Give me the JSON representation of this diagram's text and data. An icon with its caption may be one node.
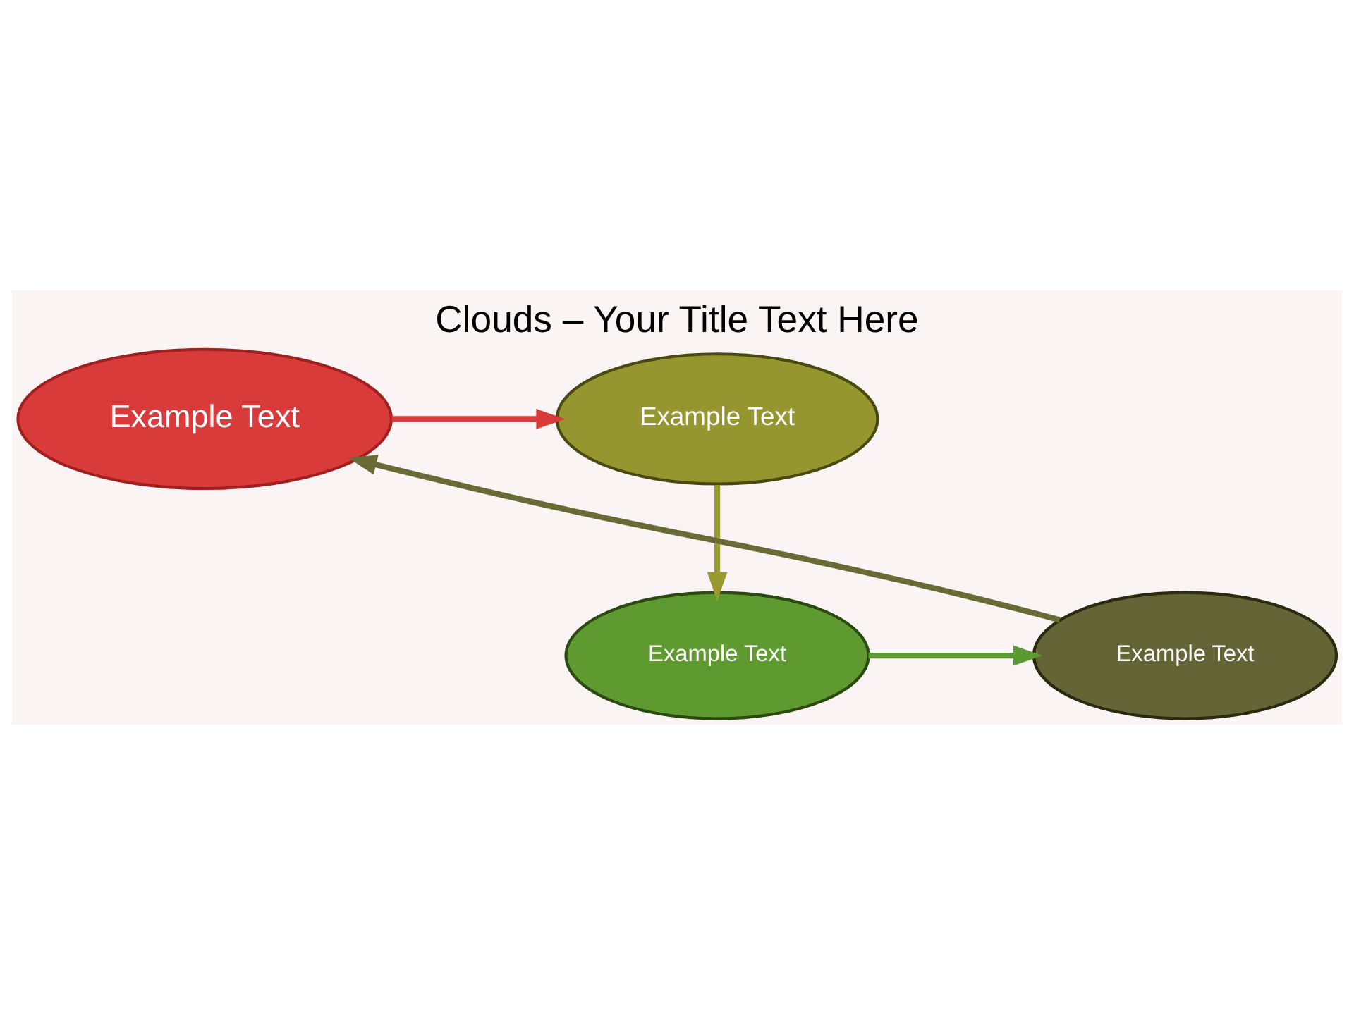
{
  "diagram": {
    "title": "Clouds – Your Title Text Here",
    "nodes": [
      {
        "text": [
          "Example Text"
        ]
      },
      {
        "text": [
          "Example Text"
        ]
      },
      {
        "text": [
          "Example Text"
        ]
      },
      {
        "text": [
          "Example Text"
        ]
      }
    ],
    "edges": [
      {
        "from": 1,
        "to": 0,
        "arrow": "to",
        "color": "#d93a3a"
      },
      {
        "from": 0,
        "to": 2,
        "arrow": "to",
        "color": "#9a9a30"
      },
      {
        "from": 2,
        "to": 3,
        "arrow": "to",
        "color": "#5a9a30"
      },
      {
        "from": 3,
        "to": 1,
        "arrow": "to",
        "color": "#6a6a36"
      }
    ]
  }
}
